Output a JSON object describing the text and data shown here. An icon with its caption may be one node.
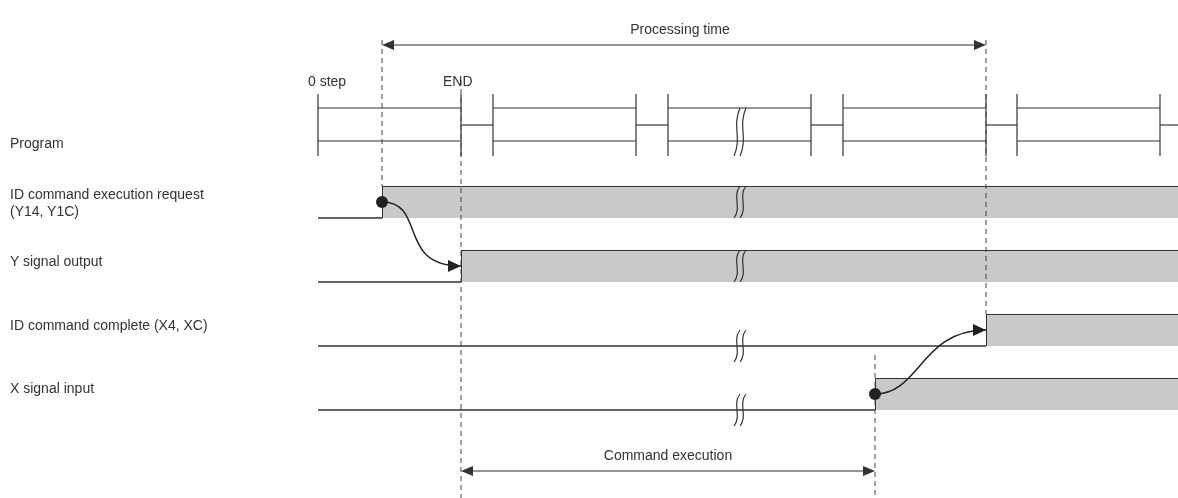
{
  "diagram": {
    "nodes": [
      {
        "text": [],
        "shape": "bar"
      },
      {
        "text": [],
        "shape": "bar"
      },
      {
        "text": [],
        "shape": "bar"
      },
      {
        "text": [],
        "shape": "bar"
      }
    ],
    "edges": [
      {
        "from": 0,
        "to": 1,
        "arrow": "to"
      },
      {
        "from": 3,
        "to": 2,
        "arrow": "to"
      }
    ],
    "labels": [
      "Processing time",
      "0 step",
      "END",
      "Program",
      "ID command execution request (Y14, Y1C)",
      "Y signal output",
      "ID command complete (X4, XC)",
      "X signal input",
      "Command execution"
    ]
  }
}
